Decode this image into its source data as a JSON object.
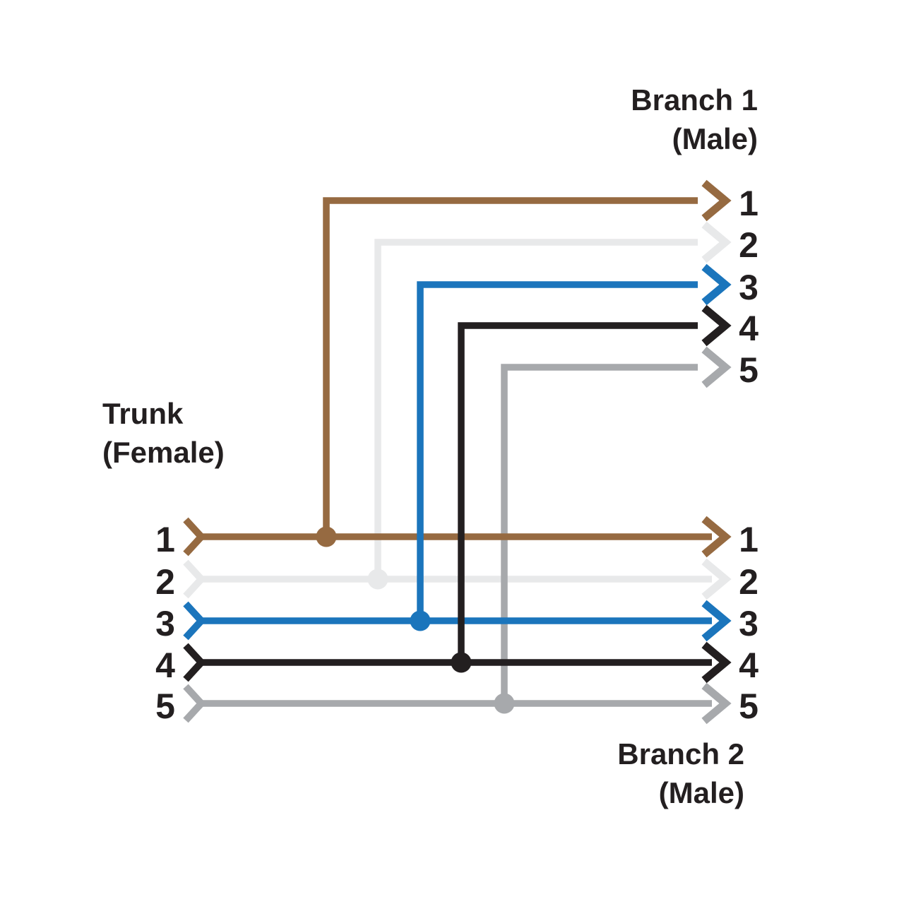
{
  "page": {
    "background": "#FFFFFF",
    "text_color": "#231F20"
  },
  "connectors": {
    "trunk": {
      "name": "Trunk",
      "gender": "(Female)"
    },
    "branch1": {
      "name": "Branch 1",
      "gender": "(Male)"
    },
    "branch2": {
      "name": "Branch 2",
      "gender": "(Male)"
    }
  },
  "wires": [
    {
      "pin": "1",
      "color_name": "brown",
      "hex": "#966A41"
    },
    {
      "pin": "2",
      "color_name": "white",
      "hex": "#E8E9EA"
    },
    {
      "pin": "3",
      "color_name": "blue",
      "hex": "#1B75BC"
    },
    {
      "pin": "4",
      "color_name": "black",
      "hex": "#231F20"
    },
    {
      "pin": "5",
      "color_name": "gray",
      "hex": "#A7A9AC"
    }
  ],
  "connections": [
    {
      "wire": "brown",
      "trunk_pin": "1",
      "branch1_pin": "1",
      "branch2_pin": "1"
    },
    {
      "wire": "white",
      "trunk_pin": "2",
      "branch1_pin": "2",
      "branch2_pin": "2"
    },
    {
      "wire": "blue",
      "trunk_pin": "3",
      "branch1_pin": "3",
      "branch2_pin": "3"
    },
    {
      "wire": "black",
      "trunk_pin": "4",
      "branch1_pin": "4",
      "branch2_pin": "4"
    },
    {
      "wire": "gray",
      "trunk_pin": "5",
      "branch1_pin": "5",
      "branch2_pin": "5"
    }
  ]
}
